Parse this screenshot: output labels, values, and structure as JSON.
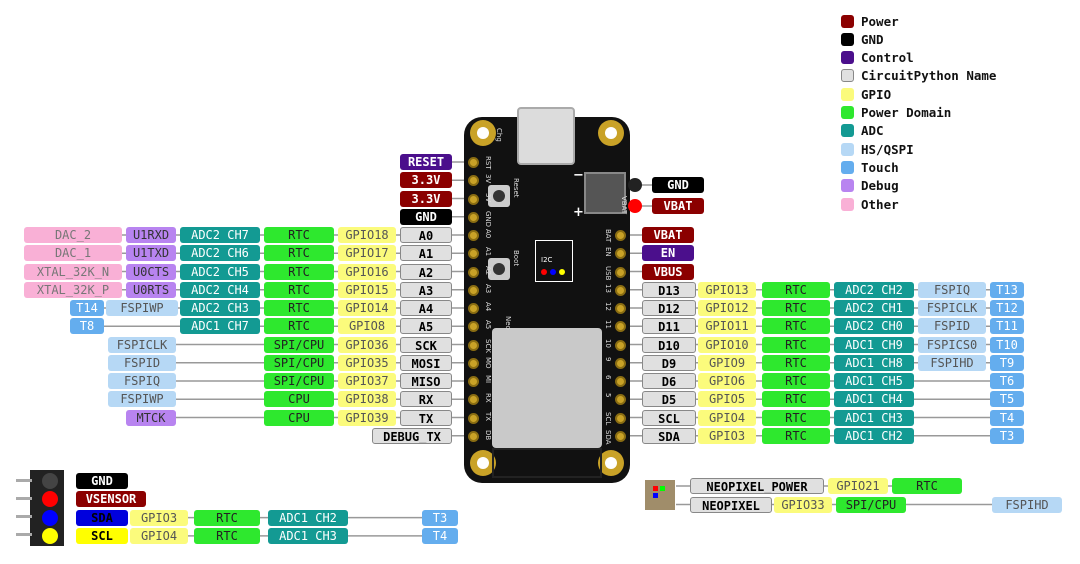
{
  "colors": {
    "power": "#8b0000",
    "gnd": "#000000",
    "control": "#4b0f8c",
    "name": "#e0e0e0",
    "gpio": "#fbfb7c",
    "domain": "#2ee82e",
    "adc": "#139a93",
    "hs": "#b6d8f5",
    "touch": "#64adee",
    "debug": "#b884f0",
    "other": "#f9b0d6"
  },
  "legend": [
    {
      "label": "Power",
      "type": "power"
    },
    {
      "label": "GND",
      "type": "gnd"
    },
    {
      "label": "Control",
      "type": "control"
    },
    {
      "label": "CircuitPython Name",
      "type": "name"
    },
    {
      "label": "GPIO",
      "type": "gpio"
    },
    {
      "label": "Power Domain",
      "type": "domain"
    },
    {
      "label": "ADC",
      "type": "adc"
    },
    {
      "label": "HS/QSPI",
      "type": "hs"
    },
    {
      "label": "Touch",
      "type": "touch"
    },
    {
      "label": "Debug",
      "type": "debug"
    },
    {
      "label": "Other",
      "type": "other"
    }
  ],
  "board": {
    "silk_left": [
      "RST",
      "3V",
      "3V",
      "GND",
      "A0",
      "A1",
      "A2",
      "A3",
      "A4",
      "A5",
      "SCK",
      "MO",
      "MI",
      "RX",
      "TX",
      "DB"
    ],
    "silk_right": [
      "BAT",
      "EN",
      "USB",
      "13",
      "12",
      "11",
      "10",
      "9",
      "6",
      "5",
      "SCL",
      "SDA"
    ],
    "chg": "Chg",
    "reset": "Reset",
    "boot": "Boot",
    "i2c": "I2C",
    "neo": "Neo",
    "plus": "+",
    "minus": "−",
    "vbat_text": "VBAT"
  },
  "left_pins": [
    {
      "row": 0,
      "labels": [
        {
          "t": "RESET",
          "c": "control"
        }
      ]
    },
    {
      "row": 1,
      "labels": [
        {
          "t": "3.3V",
          "c": "power"
        }
      ]
    },
    {
      "row": 2,
      "labels": [
        {
          "t": "3.3V",
          "c": "power"
        }
      ]
    },
    {
      "row": 3,
      "labels": [
        {
          "t": "GND",
          "c": "gnd"
        }
      ]
    },
    {
      "row": 4,
      "labels": [
        {
          "t": "A0",
          "c": "name"
        },
        {
          "t": "GPIO18",
          "c": "gpio"
        },
        {
          "t": "RTC",
          "c": "domain"
        },
        {
          "t": "ADC2 CH7",
          "c": "adc"
        },
        {
          "t": "U1RXD",
          "c": "debug"
        },
        {
          "t": "DAC_2",
          "c": "other"
        }
      ]
    },
    {
      "row": 5,
      "labels": [
        {
          "t": "A1",
          "c": "name"
        },
        {
          "t": "GPIO17",
          "c": "gpio"
        },
        {
          "t": "RTC",
          "c": "domain"
        },
        {
          "t": "ADC2 CH6",
          "c": "adc"
        },
        {
          "t": "U1TXD",
          "c": "debug"
        },
        {
          "t": "DAC_1",
          "c": "other"
        }
      ]
    },
    {
      "row": 6,
      "labels": [
        {
          "t": "A2",
          "c": "name"
        },
        {
          "t": "GPIO16",
          "c": "gpio"
        },
        {
          "t": "RTC",
          "c": "domain"
        },
        {
          "t": "ADC2 CH5",
          "c": "adc"
        },
        {
          "t": "U0CTS",
          "c": "debug"
        },
        {
          "t": "XTAL_32K_N",
          "c": "other"
        }
      ]
    },
    {
      "row": 7,
      "labels": [
        {
          "t": "A3",
          "c": "name"
        },
        {
          "t": "GPIO15",
          "c": "gpio"
        },
        {
          "t": "RTC",
          "c": "domain"
        },
        {
          "t": "ADC2 CH4",
          "c": "adc"
        },
        {
          "t": "U0RTS",
          "c": "debug"
        },
        {
          "t": "XTAL_32K_P",
          "c": "other"
        }
      ]
    },
    {
      "row": 8,
      "labels": [
        {
          "t": "A4",
          "c": "name"
        },
        {
          "t": "GPIO14",
          "c": "gpio"
        },
        {
          "t": "RTC",
          "c": "domain"
        },
        {
          "t": "ADC2 CH3",
          "c": "adc"
        },
        {
          "t": "FSPIWP",
          "c": "hs"
        },
        {
          "t": "T14",
          "c": "touch"
        }
      ]
    },
    {
      "row": 9,
      "labels": [
        {
          "t": "A5",
          "c": "name"
        },
        {
          "t": "GPIO8",
          "c": "gpio"
        },
        {
          "t": "RTC",
          "c": "domain"
        },
        {
          "t": "ADC1 CH7",
          "c": "adc"
        },
        {
          "t": "T8",
          "c": "touch"
        }
      ]
    },
    {
      "row": 10,
      "labels": [
        {
          "t": "SCK",
          "c": "name"
        },
        {
          "t": "GPIO36",
          "c": "gpio"
        },
        {
          "t": "SPI/CPU",
          "c": "domain"
        },
        {
          "t": "FSPICLK",
          "c": "hs"
        }
      ]
    },
    {
      "row": 11,
      "labels": [
        {
          "t": "MOSI",
          "c": "name"
        },
        {
          "t": "GPIO35",
          "c": "gpio"
        },
        {
          "t": "SPI/CPU",
          "c": "domain"
        },
        {
          "t": "FSPID",
          "c": "hs"
        }
      ]
    },
    {
      "row": 12,
      "labels": [
        {
          "t": "MISO",
          "c": "name"
        },
        {
          "t": "GPIO37",
          "c": "gpio"
        },
        {
          "t": "SPI/CPU",
          "c": "domain"
        },
        {
          "t": "FSPIQ",
          "c": "hs"
        }
      ]
    },
    {
      "row": 13,
      "labels": [
        {
          "t": "RX",
          "c": "name"
        },
        {
          "t": "GPIO38",
          "c": "gpio"
        },
        {
          "t": "CPU",
          "c": "domain"
        },
        {
          "t": "FSPIWP",
          "c": "hs"
        }
      ]
    },
    {
      "row": 14,
      "labels": [
        {
          "t": "TX",
          "c": "name"
        },
        {
          "t": "GPIO39",
          "c": "gpio"
        },
        {
          "t": "CPU",
          "c": "domain"
        },
        {
          "t": "MTCK",
          "c": "debug"
        }
      ]
    },
    {
      "row": 15,
      "labels": [
        {
          "t": "DEBUG_TX",
          "c": "name"
        }
      ]
    }
  ],
  "right_pins": [
    {
      "row": 4,
      "labels": [
        {
          "t": "VBAT",
          "c": "power"
        }
      ]
    },
    {
      "row": 5,
      "labels": [
        {
          "t": "EN",
          "c": "control"
        }
      ]
    },
    {
      "row": 6,
      "labels": [
        {
          "t": "VBUS",
          "c": "power"
        }
      ]
    },
    {
      "row": 7,
      "labels": [
        {
          "t": "D13",
          "c": "name"
        },
        {
          "t": "GPIO13",
          "c": "gpio"
        },
        {
          "t": "RTC",
          "c": "domain"
        },
        {
          "t": "ADC2 CH2",
          "c": "adc"
        },
        {
          "t": "FSPIQ",
          "c": "hs"
        },
        {
          "t": "T13",
          "c": "touch"
        }
      ]
    },
    {
      "row": 8,
      "labels": [
        {
          "t": "D12",
          "c": "name"
        },
        {
          "t": "GPIO12",
          "c": "gpio"
        },
        {
          "t": "RTC",
          "c": "domain"
        },
        {
          "t": "ADC2 CH1",
          "c": "adc"
        },
        {
          "t": "FSPICLK",
          "c": "hs"
        },
        {
          "t": "T12",
          "c": "touch"
        }
      ]
    },
    {
      "row": 9,
      "labels": [
        {
          "t": "D11",
          "c": "name"
        },
        {
          "t": "GPIO11",
          "c": "gpio"
        },
        {
          "t": "RTC",
          "c": "domain"
        },
        {
          "t": "ADC2 CH0",
          "c": "adc"
        },
        {
          "t": "FSPID",
          "c": "hs"
        },
        {
          "t": "T11",
          "c": "touch"
        }
      ]
    },
    {
      "row": 10,
      "labels": [
        {
          "t": "D10",
          "c": "name"
        },
        {
          "t": "GPIO10",
          "c": "gpio"
        },
        {
          "t": "RTC",
          "c": "domain"
        },
        {
          "t": "ADC1 CH9",
          "c": "adc"
        },
        {
          "t": "FSPICS0",
          "c": "hs"
        },
        {
          "t": "T10",
          "c": "touch"
        }
      ]
    },
    {
      "row": 11,
      "labels": [
        {
          "t": "D9",
          "c": "name"
        },
        {
          "t": "GPIO9",
          "c": "gpio"
        },
        {
          "t": "RTC",
          "c": "domain"
        },
        {
          "t": "ADC1 CH8",
          "c": "adc"
        },
        {
          "t": "FSPIHD",
          "c": "hs"
        },
        {
          "t": "T9",
          "c": "touch"
        }
      ]
    },
    {
      "row": 12,
      "labels": [
        {
          "t": "D6",
          "c": "name"
        },
        {
          "t": "GPIO6",
          "c": "gpio"
        },
        {
          "t": "RTC",
          "c": "domain"
        },
        {
          "t": "ADC1 CH5",
          "c": "adc"
        },
        {
          "t": "T6",
          "c": "touch"
        }
      ]
    },
    {
      "row": 13,
      "labels": [
        {
          "t": "D5",
          "c": "name"
        },
        {
          "t": "GPIO5",
          "c": "gpio"
        },
        {
          "t": "RTC",
          "c": "domain"
        },
        {
          "t": "ADC1 CH4",
          "c": "adc"
        },
        {
          "t": "T5",
          "c": "touch"
        }
      ]
    },
    {
      "row": 14,
      "labels": [
        {
          "t": "SCL",
          "c": "name"
        },
        {
          "t": "GPIO4",
          "c": "gpio"
        },
        {
          "t": "RTC",
          "c": "domain"
        },
        {
          "t": "ADC1 CH3",
          "c": "adc"
        },
        {
          "t": "T4",
          "c": "touch"
        }
      ]
    },
    {
      "row": 15,
      "labels": [
        {
          "t": "SDA",
          "c": "name"
        },
        {
          "t": "GPIO3",
          "c": "gpio"
        },
        {
          "t": "RTC",
          "c": "domain"
        },
        {
          "t": "ADC1 CH2",
          "c": "adc"
        },
        {
          "t": "T3",
          "c": "touch"
        }
      ]
    }
  ],
  "right_top": [
    {
      "t": "GND",
      "c": "gnd"
    },
    {
      "t": "VBAT",
      "c": "power"
    }
  ],
  "stemma": [
    {
      "labels": [
        {
          "t": "GND",
          "c": "gnd"
        }
      ],
      "dot": "#444444"
    },
    {
      "labels": [
        {
          "t": "VSENSOR",
          "c": "power"
        }
      ],
      "dot": "#ff0000"
    },
    {
      "labels": [
        {
          "t": "SDA",
          "c": "sda"
        },
        {
          "t": "GPIO3",
          "c": "gpio"
        },
        {
          "t": "RTC",
          "c": "domain"
        },
        {
          "t": "ADC1 CH2",
          "c": "adc"
        },
        {
          "t": "T3",
          "c": "touch"
        }
      ],
      "dot": "#0000ff"
    },
    {
      "labels": [
        {
          "t": "SCL",
          "c": "scl"
        },
        {
          "t": "GPIO4",
          "c": "gpio"
        },
        {
          "t": "RTC",
          "c": "domain"
        },
        {
          "t": "ADC1 CH3",
          "c": "adc"
        },
        {
          "t": "T4",
          "c": "touch"
        }
      ],
      "dot": "#ffff00"
    }
  ],
  "neopixel": [
    {
      "labels": [
        {
          "t": "NEOPIXEL_POWER",
          "c": "name"
        },
        {
          "t": "GPIO21",
          "c": "gpio"
        },
        {
          "t": "RTC",
          "c": "domain"
        }
      ]
    },
    {
      "labels": [
        {
          "t": "NEOPIXEL",
          "c": "name"
        },
        {
          "t": "GPIO33",
          "c": "gpio"
        },
        {
          "t": "SPI/CPU",
          "c": "domain"
        },
        {
          "t": "FSPIHD",
          "c": "hs"
        }
      ]
    }
  ]
}
